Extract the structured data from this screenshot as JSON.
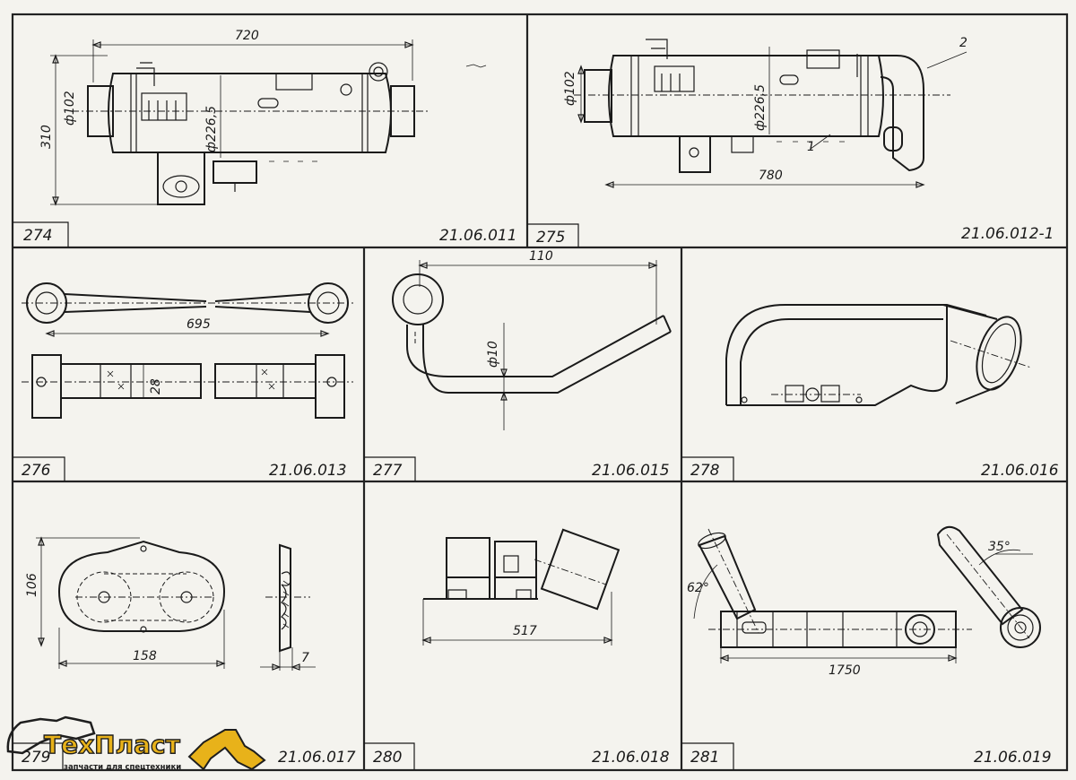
{
  "cells": [
    {
      "id": "274",
      "code": "21.06.011",
      "dims": [
        "720",
        "310",
        "ф102",
        "ф226,5"
      ]
    },
    {
      "id": "275",
      "code": "21.06.012-1",
      "dims": [
        "ф102",
        "ф226,5",
        "780",
        "2",
        "1"
      ]
    },
    {
      "id": "276",
      "code": "21.06.013",
      "dims": [
        "695",
        "28"
      ]
    },
    {
      "id": "277",
      "code": "21.06.015",
      "dims": [
        "110",
        "ф10"
      ]
    },
    {
      "id": "278",
      "code": "21.06.016",
      "dims": []
    },
    {
      "id": "279",
      "code": "21.06.017",
      "dims": [
        "106",
        "158",
        "7"
      ]
    },
    {
      "id": "280",
      "code": "21.06.018",
      "dims": [
        "517"
      ]
    },
    {
      "id": "281",
      "code": "21.06.019",
      "dims": [
        "62°",
        "35°",
        "1750"
      ]
    }
  ],
  "logo": {
    "brand": "ТехПласт",
    "tagline": "запчасти для спецтехники",
    "colors": {
      "gold": "#e8b21a",
      "dark": "#1e1e1e"
    }
  }
}
